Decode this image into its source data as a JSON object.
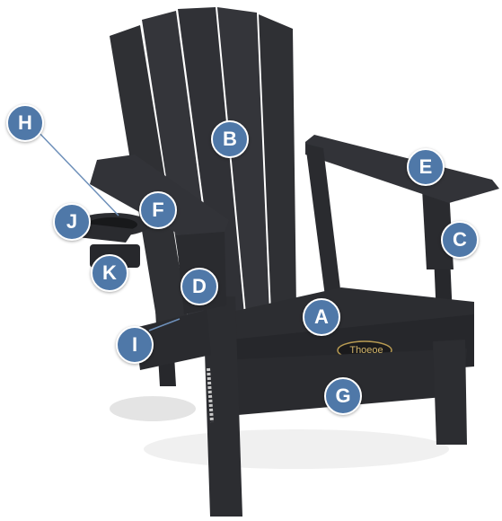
{
  "markers": {
    "A": "A",
    "B": "B",
    "C": "C",
    "D": "D",
    "E": "E",
    "F": "F",
    "G": "G",
    "H": "H",
    "I": "I",
    "J": "J",
    "K": "K"
  },
  "brand": {
    "logo_text": "Thoeoe"
  },
  "colors": {
    "marker_fill": "#4f78a8",
    "chair_wood": "#2e2f33",
    "logo_gold": "#d2b46a"
  }
}
